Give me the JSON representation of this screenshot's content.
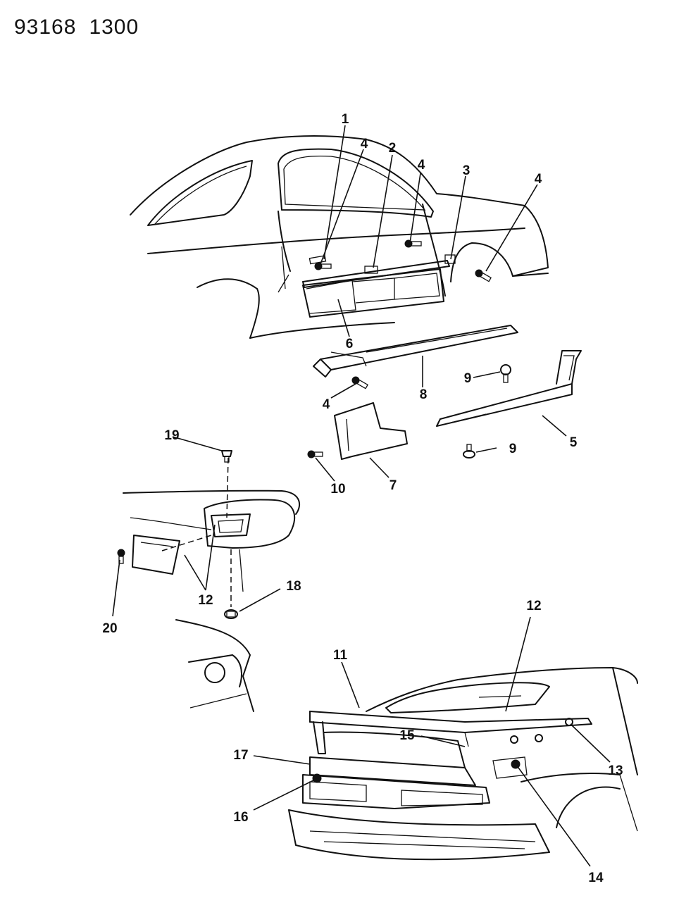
{
  "header": {
    "doc_number": "93168",
    "page_code": "1300"
  },
  "callouts": [
    "1",
    "2",
    "3",
    "4",
    "5",
    "6",
    "7",
    "8",
    "9",
    "10",
    "11",
    "12",
    "13",
    "14",
    "15",
    "16",
    "17",
    "18",
    "19",
    "20"
  ]
}
